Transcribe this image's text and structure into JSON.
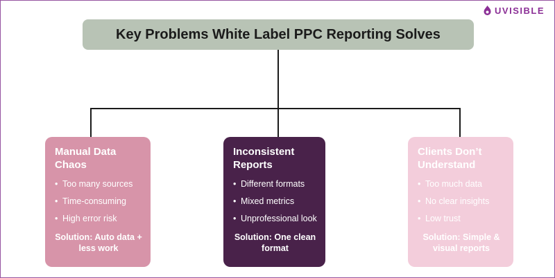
{
  "brand": {
    "name": "UVISIBLE",
    "color": "#8b2f96"
  },
  "title": {
    "text": "Key Problems White Label PPC Reporting Solves",
    "bg": "#b8c3b5"
  },
  "cards": [
    {
      "heading": "Manual Data Chaos",
      "bullets": [
        "Too many sources",
        "Time-consuming",
        "High error risk"
      ],
      "solution": "Solution: Auto data + less work",
      "bg": "#d794a9",
      "text_color": "#ffffff"
    },
    {
      "heading": "Inconsistent Reports",
      "bullets": [
        "Different formats",
        "Mixed metrics",
        "Unprofessional look"
      ],
      "solution": "Solution: One clean format",
      "bg": "#49224a",
      "text_color": "#ffffff"
    },
    {
      "heading": "Clients Don’t Understand",
      "bullets": [
        "Too much data",
        "No clear insights",
        "Low trust"
      ],
      "solution": "Solution: Simple & visual reports",
      "bg": "#f3cddb",
      "text_color": "#ffffff"
    }
  ]
}
